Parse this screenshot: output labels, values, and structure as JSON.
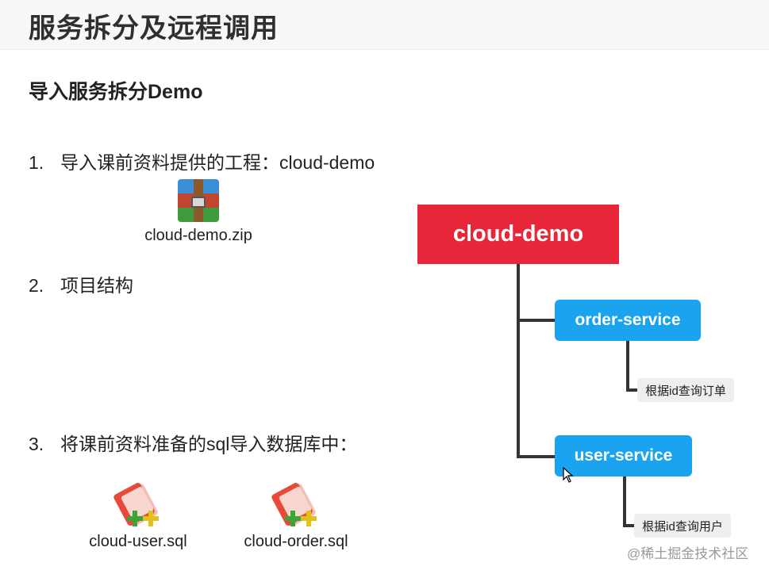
{
  "header": {
    "title": "服务拆分及远程调用"
  },
  "section": {
    "subtitle": "导入服务拆分Demo"
  },
  "steps": [
    {
      "num": "1.",
      "text": "导入课前资料提供的工程：cloud-demo"
    },
    {
      "num": "2.",
      "text": "项目结构"
    },
    {
      "num": "3.",
      "text": "将课前资料准备的sql导入数据库中："
    }
  ],
  "files": {
    "zip": {
      "label": "cloud-demo.zip",
      "icon": "winrar-archive-icon"
    },
    "sql_user": {
      "label": "cloud-user.sql",
      "icon": "sql-file-icon"
    },
    "sql_order": {
      "label": "cloud-order.sql",
      "icon": "sql-file-icon"
    }
  },
  "diagram": {
    "root": "cloud-demo",
    "services": [
      {
        "name": "order-service",
        "note": "根据id查询订单"
      },
      {
        "name": "user-service",
        "note": "根据id查询用户"
      }
    ],
    "colors": {
      "root": "#e8263a",
      "service": "#1aa3ee",
      "connector": "#333333",
      "note_bg": "#eeeeee"
    }
  },
  "watermark": "@稀土掘金技术社区"
}
